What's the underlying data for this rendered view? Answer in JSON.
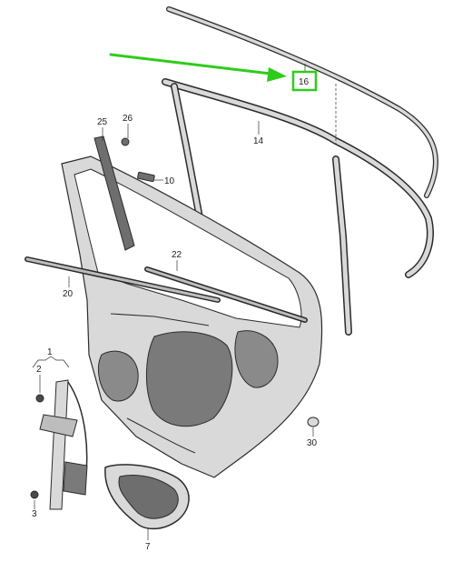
{
  "colors": {
    "part_fill": "#d9d9d9",
    "part_dark": "#6e6e6e",
    "outline": "#2b2b2b",
    "arrow": "#2ecc1a",
    "highlight_box": "#2ecc1a",
    "background": "#ffffff"
  },
  "callouts": {
    "part_1": "1",
    "part_2": "2",
    "part_3": "3",
    "part_7": "7",
    "part_10": "10",
    "part_14": "14",
    "part_16": "16",
    "part_20": "20",
    "part_22": "22",
    "part_25": "25",
    "part_26": "26",
    "part_30": "30"
  },
  "highlighted_part": "part_16"
}
